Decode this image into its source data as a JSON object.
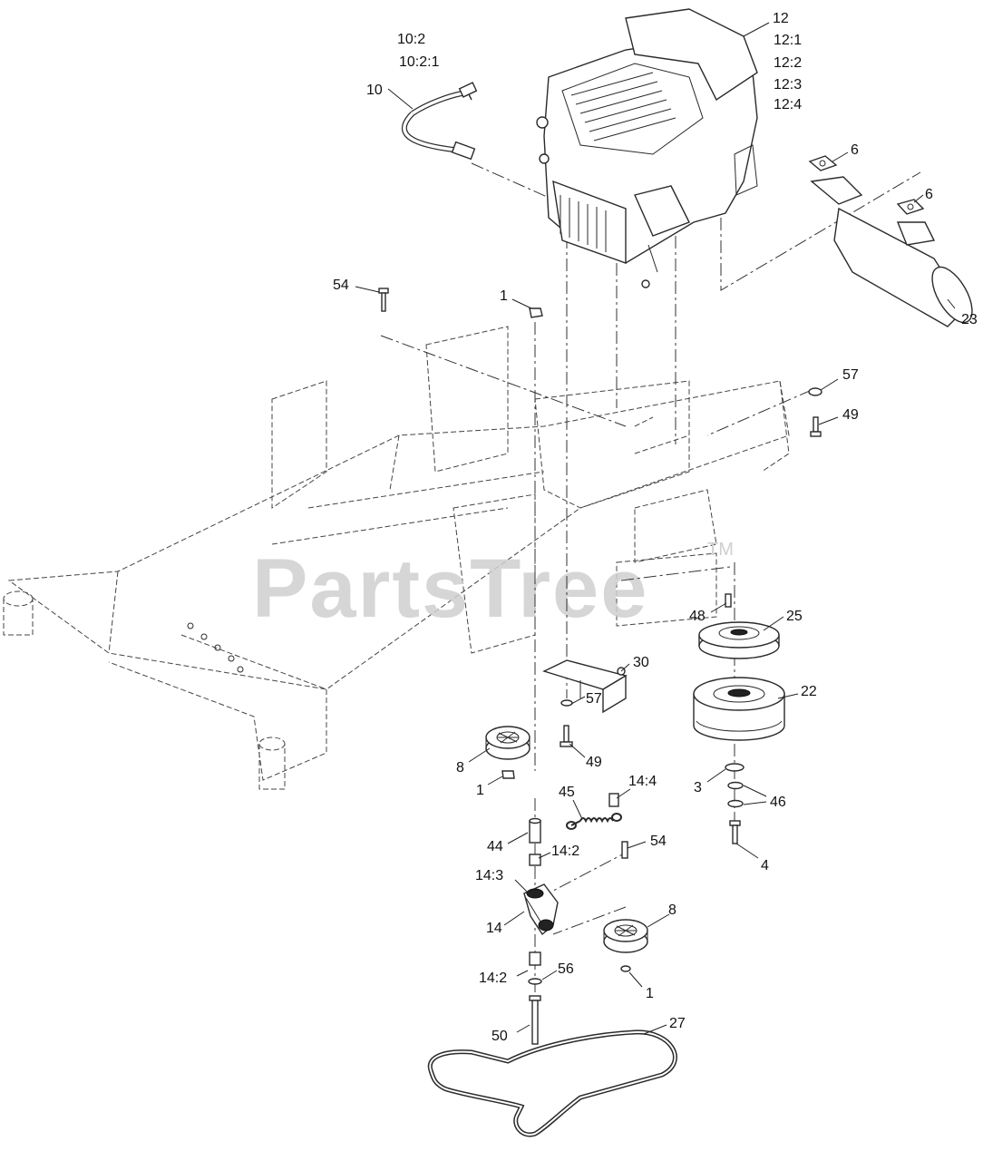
{
  "watermark": {
    "brand": "PartsTree",
    "tm": "TM"
  },
  "labels": {
    "l10_2": "10:2",
    "l10_2_1": "10:2:1",
    "l10": "10",
    "l12": "12",
    "l12_1": "12:1",
    "l12_2": "12:2",
    "l12_3": "12:3",
    "l12_4": "12:4",
    "l6a": "6",
    "l6b": "6",
    "l23": "23",
    "l54a": "54",
    "l1a": "1",
    "l57a": "57",
    "l49a": "49",
    "l48": "48",
    "l25": "25",
    "l30": "30",
    "l22": "22",
    "l57b": "57",
    "l49b": "49",
    "l8a": "8",
    "l1b": "1",
    "l3": "3",
    "l46": "46",
    "l4": "4",
    "l45": "45",
    "l14_4": "14:4",
    "l44": "44",
    "l14_2a": "14:2",
    "l54b": "54",
    "l14_3": "14:3",
    "l14": "14",
    "l8b": "8",
    "l14_2b": "14:2",
    "l56": "56",
    "l1c": "1",
    "l50": "50",
    "l27": "27"
  }
}
